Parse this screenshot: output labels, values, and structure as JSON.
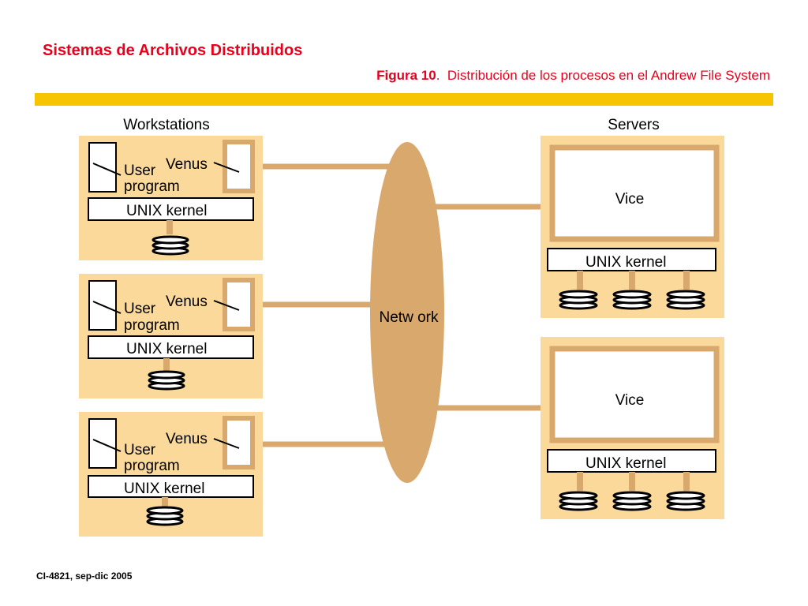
{
  "slide": {
    "title": "Sistemas de Archivos Distribuidos",
    "caption_label": "Figura 10",
    "caption_text": "Distribución de los procesos en el Andrew File System",
    "footer": "CI-4821, sep-dic 2005"
  },
  "diagram": {
    "workstations_label": "Workstations",
    "servers_label": "Servers",
    "network_label": "Netw ork",
    "workstations": [
      {
        "user_program_line1": "User",
        "user_program_line2": "program",
        "venus": "Venus",
        "kernel": "UNIX kernel"
      },
      {
        "user_program_line1": "User",
        "user_program_line2": "program",
        "venus": "Venus",
        "kernel": "UNIX kernel"
      },
      {
        "user_program_line1": "User",
        "user_program_line2": "program",
        "venus": "Venus",
        "kernel": "UNIX kernel"
      }
    ],
    "servers": [
      {
        "vice": "Vice",
        "kernel": "UNIX kernel"
      },
      {
        "vice": "Vice",
        "kernel": "UNIX kernel"
      }
    ],
    "colors": {
      "panel": "#fbd99a",
      "tan": "#d9a86c",
      "title_red": "#e8001c",
      "band_yellow": "#f7c400"
    }
  }
}
